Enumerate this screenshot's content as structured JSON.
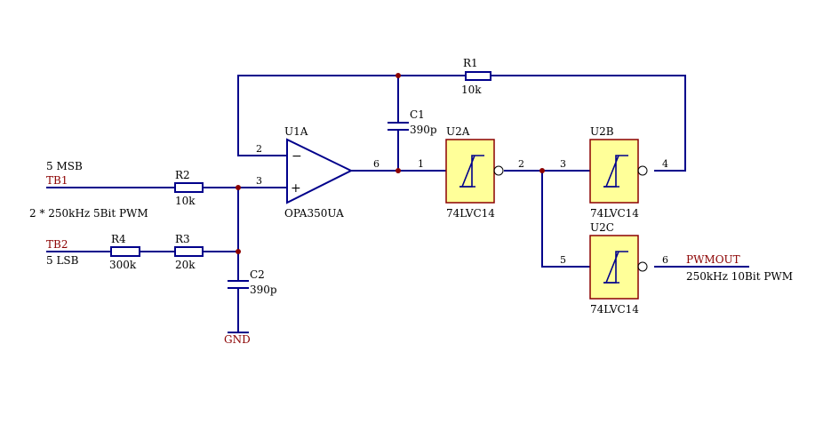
{
  "colors": {
    "wire": "#00008b",
    "net_label": "#8b0000",
    "junction": "#8b0000",
    "gate_fill": "#ffff99",
    "gate_border": "#8b0000"
  },
  "inputs": {
    "tb1": {
      "net": "TB1",
      "note": "5 MSB"
    },
    "tb2": {
      "net": "TB2",
      "note": "5 LSB"
    },
    "pwm_note": "2 * 250kHz 5Bit PWM"
  },
  "components": {
    "r1": {
      "ref": "R1",
      "value": "10k"
    },
    "r2": {
      "ref": "R2",
      "value": "10k"
    },
    "r3": {
      "ref": "R3",
      "value": "20k"
    },
    "r4": {
      "ref": "R4",
      "value": "300k"
    },
    "c1": {
      "ref": "C1",
      "value": "390p"
    },
    "c2": {
      "ref": "C2",
      "value": "390p"
    },
    "u1a": {
      "ref": "U1A",
      "part": "OPA350UA",
      "minus_sign": "−",
      "plus_sign": "+"
    },
    "u2a": {
      "ref": "U2A",
      "part": "74LVC14"
    },
    "u2b": {
      "ref": "U2B",
      "part": "74LVC14"
    },
    "u2c": {
      "ref": "U2C",
      "part": "74LVC14"
    }
  },
  "pins": {
    "u1a_inv": "2",
    "u1a_noninv": "3",
    "u1a_out": "6",
    "u2a_in": "1",
    "u2a_out": "2",
    "u2b_in": "3",
    "u2b_out": "4",
    "u2c_in": "5",
    "u2c_out": "6"
  },
  "output": {
    "net": "PWMOUT",
    "note": "250kHz 10Bit PWM"
  },
  "ground": {
    "net": "GND"
  }
}
